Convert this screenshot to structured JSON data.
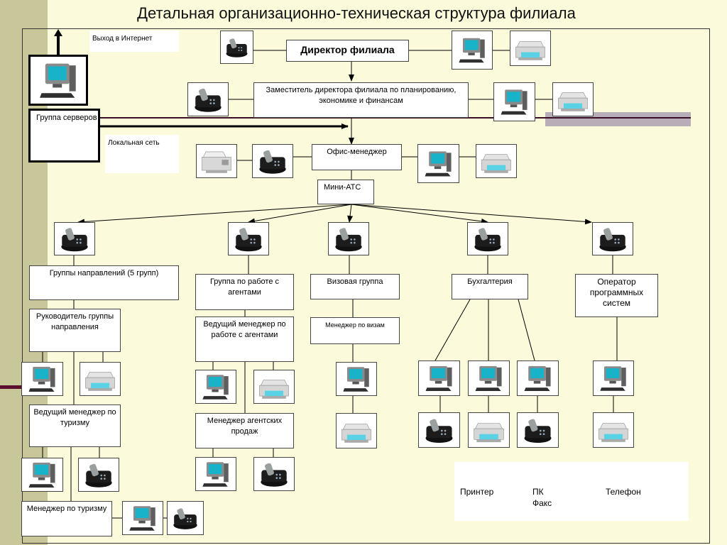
{
  "title": "Детальная организационно-техническая структура филиала",
  "notes": {
    "internet": "Выход в Интернет",
    "lan": "Локальная сеть"
  },
  "servers": "Группа серверов",
  "boxes": {
    "director": "Директор филиала",
    "deputy": "Заместитель  директора филиала по планированию, экономике и финансам",
    "office": "Офис-менеджер",
    "pbx": "Мини-АТС",
    "directions": "Группы направлений (5 групп)",
    "dir_head": "Руководитель группы направления",
    "lead_tourism": "Ведущий менеджер по туризму",
    "tourism_mgr": "Менеджер по туризму",
    "agents": "Группа по работе с агентами",
    "lead_agents": "Ведущий менеджер по работе с агентами",
    "agent_sales": "Менеджер агентских продаж",
    "visa": "Визовая группа",
    "visa_mgr": "Менеджер по визам",
    "accounting": "Бухгалтерия",
    "operator": "Оператор программных систем"
  },
  "legend": {
    "printer": "Принтер",
    "pc": "ПК",
    "fax": "Факс",
    "phone": "Телефон"
  },
  "colors": {
    "background": "#fbfbdc",
    "sidebar": "#c7c79a",
    "accent": "#5a0f2e",
    "bar": "#b7aeb8"
  }
}
